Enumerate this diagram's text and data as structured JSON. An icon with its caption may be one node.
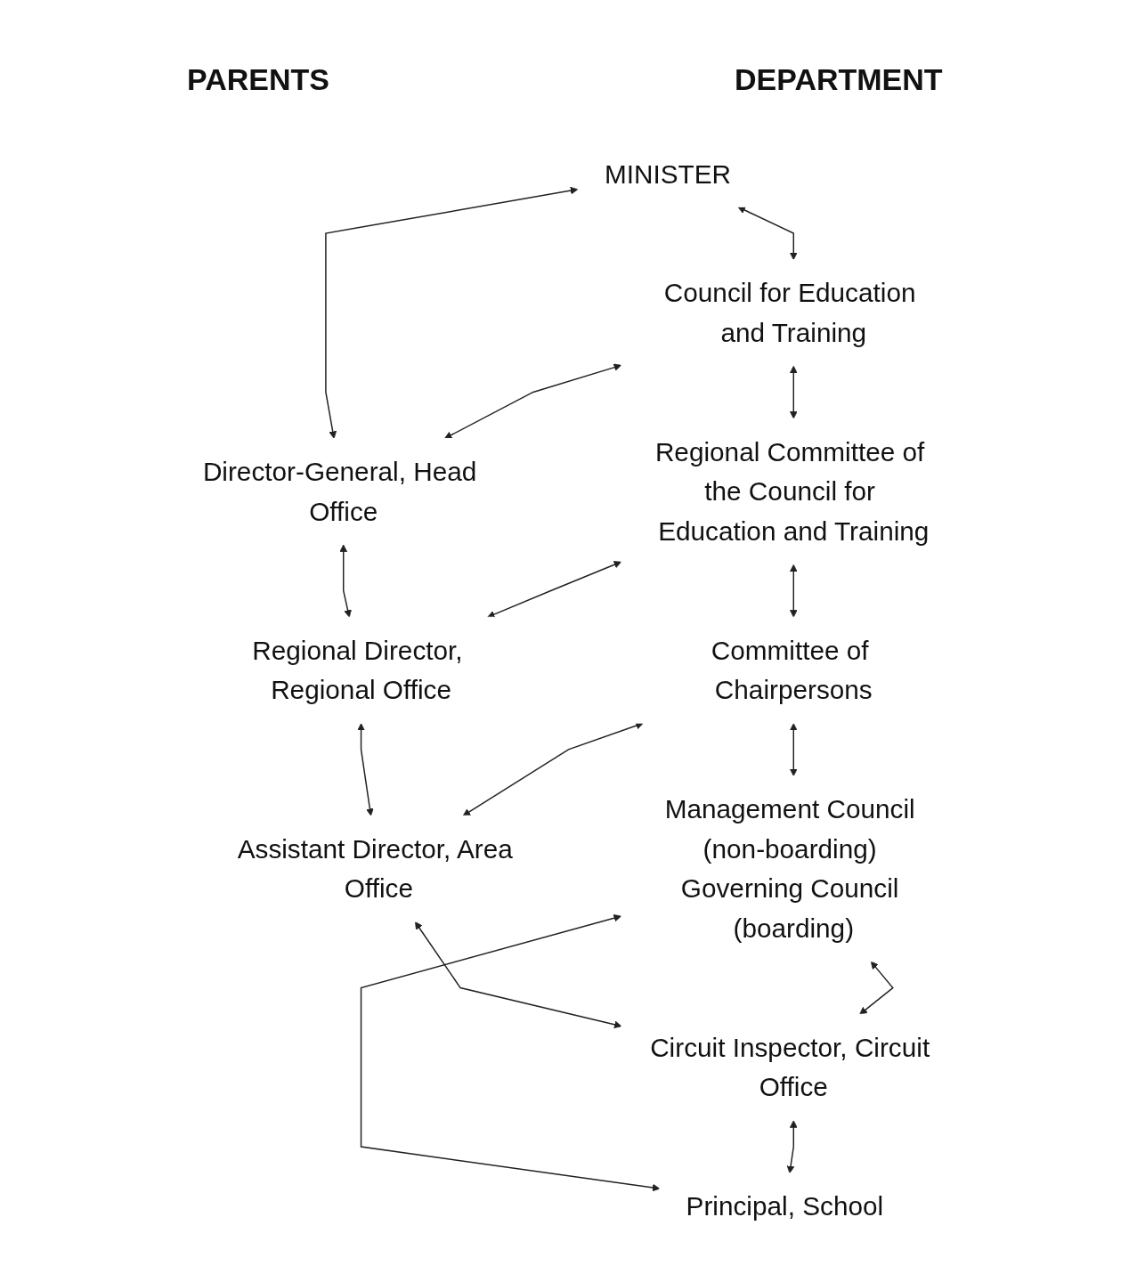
{
  "diagram": {
    "nodes": [
      {
        "text": [
          "MINISTER"
        ]
      },
      {
        "text": [
          "Council for Education and Training"
        ]
      },
      {
        "text": [
          "Director-General, Head Office"
        ]
      },
      {
        "text": [
          "Regional Committee of the Council for Education and Training"
        ]
      },
      {
        "text": [
          "Regional Director, Regional Office"
        ]
      },
      {
        "text": [
          "Committee of Chairpersons"
        ]
      },
      {
        "text": [
          "Assistant Director, Area Office"
        ]
      },
      {
        "text": [
          "Management Council (non-boarding) Governing Council (boarding)"
        ]
      },
      {
        "text": [
          "Circuit Inspector, Circuit Office"
        ]
      },
      {
        "text": [
          "Principal, School"
        ]
      }
    ],
    "edges": [
      {
        "from": 0,
        "to": 1,
        "arrow": "both"
      },
      {
        "from": 0,
        "to": 2,
        "arrow": "both"
      },
      {
        "from": 1,
        "to": 2,
        "arrow": "both"
      },
      {
        "from": 1,
        "to": 3,
        "arrow": "both"
      },
      {
        "from": 2,
        "to": 4,
        "arrow": "both"
      },
      {
        "from": 3,
        "to": 4,
        "arrow": "both"
      },
      {
        "from": 3,
        "to": 5,
        "arrow": "both"
      },
      {
        "from": 4,
        "to": 6,
        "arrow": "both"
      },
      {
        "from": 5,
        "to": 6,
        "arrow": "both"
      },
      {
        "from": 5,
        "to": 7,
        "arrow": "both"
      },
      {
        "from": 6,
        "to": 8,
        "arrow": "both"
      },
      {
        "from": 7,
        "to": 8,
        "arrow": "both"
      },
      {
        "from": 7,
        "to": 9,
        "arrow": "both"
      },
      {
        "from": 8,
        "to": 9,
        "arrow": "both"
      }
    ],
    "labels": [
      "PARENTS",
      "DEPARTMENT"
    ]
  }
}
